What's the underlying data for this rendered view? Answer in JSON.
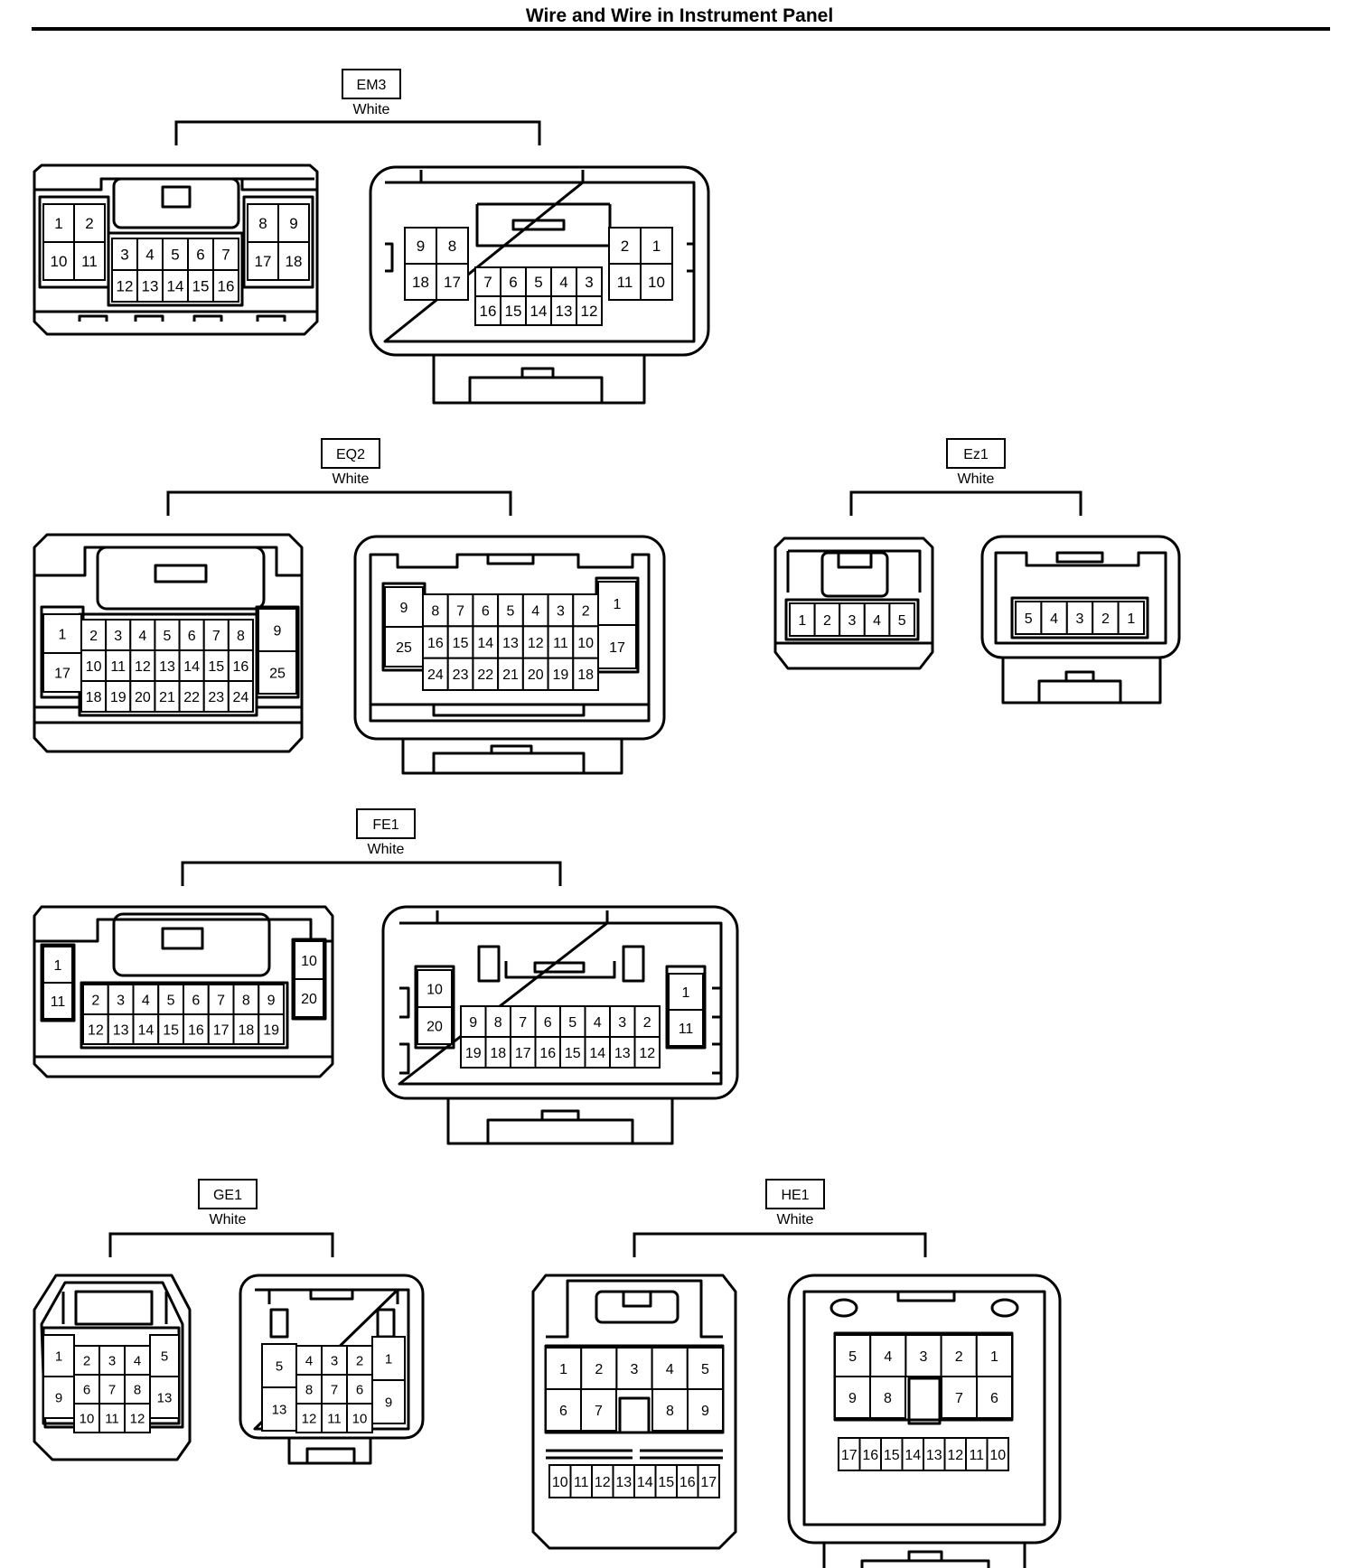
{
  "page": {
    "title": "Wire and Wire in Instrument Panel"
  },
  "colors": {
    "line": "#000000",
    "background": "#ffffff"
  },
  "connectors": [
    {
      "code": "EM3",
      "color": "White",
      "left_pins": [
        "1",
        "2",
        "10",
        "11",
        "3",
        "4",
        "5",
        "6",
        "7",
        "12",
        "13",
        "14",
        "15",
        "16",
        "8",
        "9",
        "17",
        "18"
      ],
      "right_pins": [
        "9",
        "8",
        "18",
        "17",
        "7",
        "6",
        "5",
        "4",
        "3",
        "16",
        "15",
        "14",
        "13",
        "12",
        "2",
        "1",
        "11",
        "10"
      ]
    },
    {
      "code": "EQ2",
      "color": "White",
      "left_pins": [
        "1",
        "17",
        "2",
        "3",
        "4",
        "5",
        "6",
        "7",
        "8",
        "10",
        "11",
        "12",
        "13",
        "14",
        "15",
        "16",
        "18",
        "19",
        "20",
        "21",
        "22",
        "23",
        "24",
        "9",
        "25"
      ],
      "right_pins": [
        "9",
        "25",
        "8",
        "7",
        "6",
        "5",
        "4",
        "3",
        "2",
        "16",
        "15",
        "14",
        "13",
        "12",
        "11",
        "10",
        "24",
        "23",
        "22",
        "21",
        "20",
        "19",
        "18",
        "1",
        "17"
      ]
    },
    {
      "code": "Ez1",
      "color": "White",
      "left_pins": [
        "1",
        "2",
        "3",
        "4",
        "5"
      ],
      "right_pins": [
        "5",
        "4",
        "3",
        "2",
        "1"
      ]
    },
    {
      "code": "FE1",
      "color": "White",
      "left_pins": [
        "1",
        "11",
        "2",
        "3",
        "4",
        "5",
        "6",
        "7",
        "8",
        "9",
        "12",
        "13",
        "14",
        "15",
        "16",
        "17",
        "18",
        "19",
        "10",
        "20"
      ],
      "right_pins": [
        "10",
        "20",
        "9",
        "8",
        "7",
        "6",
        "5",
        "4",
        "3",
        "2",
        "19",
        "18",
        "17",
        "16",
        "15",
        "14",
        "13",
        "12",
        "1",
        "11"
      ]
    },
    {
      "code": "GE1",
      "color": "White",
      "left_pins": [
        "1",
        "9",
        "2",
        "3",
        "4",
        "6",
        "7",
        "8",
        "10",
        "11",
        "12",
        "5",
        "13"
      ],
      "right_pins": [
        "5",
        "13",
        "4",
        "3",
        "2",
        "8",
        "7",
        "6",
        "12",
        "11",
        "10",
        "1",
        "9"
      ]
    },
    {
      "code": "HE1",
      "color": "White",
      "left_pins": [
        "1",
        "2",
        "3",
        "4",
        "5",
        "6",
        "7",
        "8",
        "9",
        "10",
        "11",
        "12",
        "13",
        "14",
        "15",
        "16",
        "17"
      ],
      "right_pins": [
        "5",
        "4",
        "3",
        "2",
        "1",
        "9",
        "8",
        "7",
        "6",
        "17",
        "16",
        "15",
        "14",
        "13",
        "12",
        "11",
        "10"
      ]
    }
  ]
}
